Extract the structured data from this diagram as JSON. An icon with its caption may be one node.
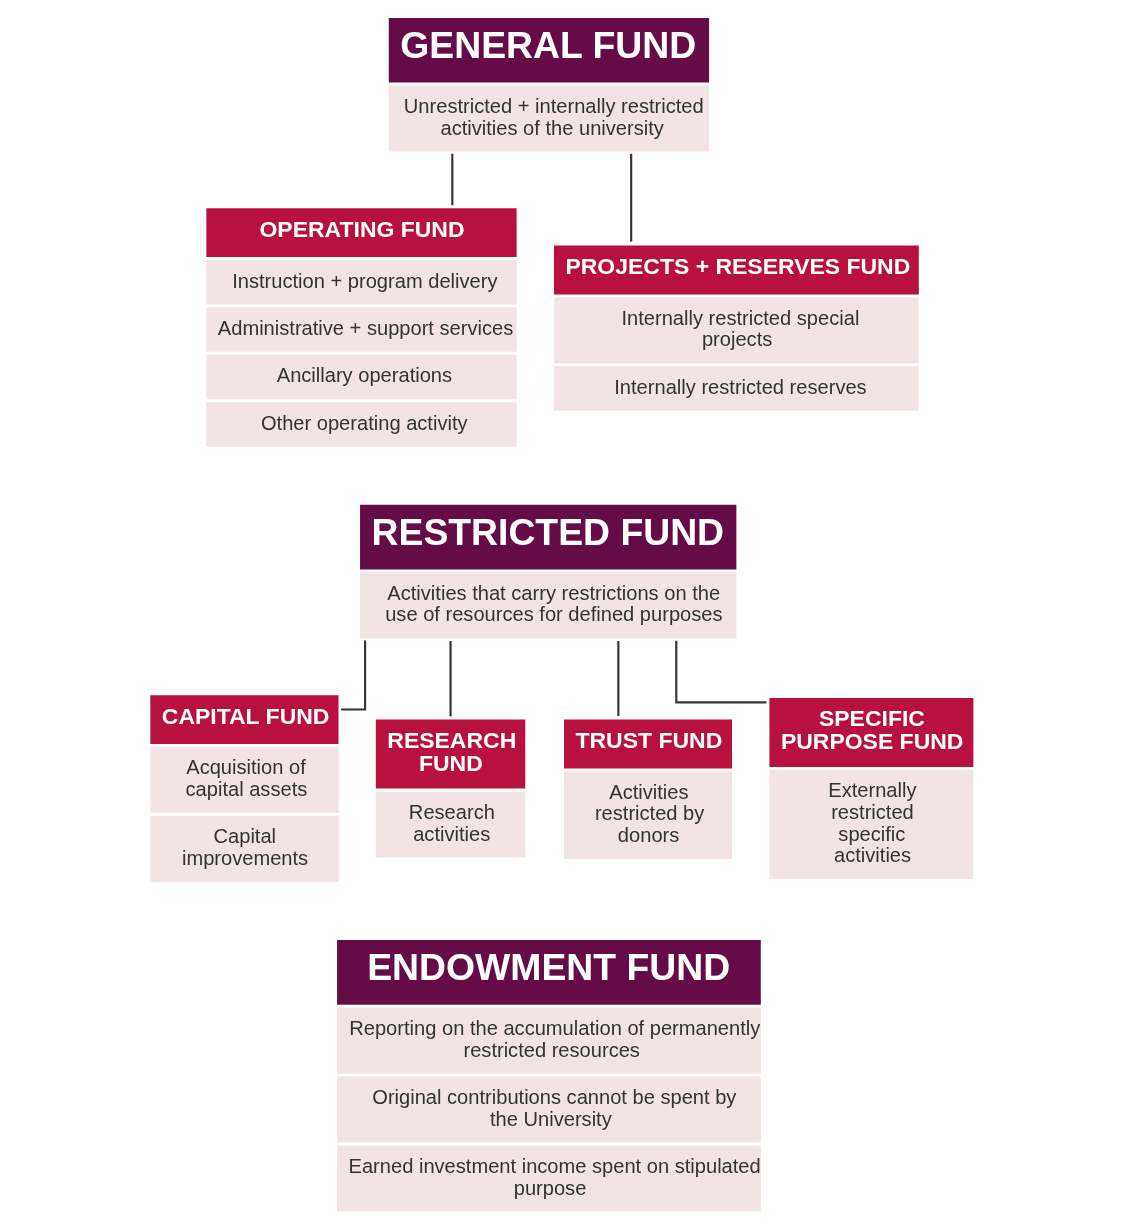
{
  "diagram": {
    "nodes": [
      {
        "text": [
          "GENERAL FUND",
          "Unrestricted + internally restricted activities of the university"
        ]
      },
      {
        "text": [
          "OPERATING FUND",
          "Instruction + program delivery",
          "Administrative + support services",
          "Ancillary operations",
          "Other operating activity"
        ]
      },
      {
        "text": [
          "PROJECTS + RESERVES FUND",
          "Internally restricted special projects",
          "Internally restricted reserves"
        ]
      },
      {
        "text": [
          "RESTRICTED FUND",
          "Activities that carry restrictions on the use of resources for defined purposes"
        ]
      },
      {
        "text": [
          "CAPITAL FUND",
          "Acquisition of capital assets",
          "Capital improvements"
        ]
      },
      {
        "text": [
          "RESEARCH FUND",
          "Research activities"
        ]
      },
      {
        "text": [
          "TRUST FUND",
          "Activities restricted by donors"
        ]
      },
      {
        "text": [
          "SPECIFIC PURPOSE FUND",
          "Externally restricted specific activities"
        ]
      },
      {
        "text": [
          "ENDOWMENT FUND",
          "Reporting on the accumulation of permanently restricted resources",
          "Original contributions cannot be spent by the University",
          "Earned investment income spent on stipulated purpose"
        ]
      }
    ],
    "edges": [
      {
        "from": 0,
        "to": 1,
        "arrow": "none"
      },
      {
        "from": 0,
        "to": 2,
        "arrow": "none"
      },
      {
        "from": 3,
        "to": 4,
        "arrow": "none"
      },
      {
        "from": 3,
        "to": 5,
        "arrow": "none"
      },
      {
        "from": 3,
        "to": 6,
        "arrow": "none"
      },
      {
        "from": 3,
        "to": 7,
        "arrow": "none"
      }
    ]
  }
}
